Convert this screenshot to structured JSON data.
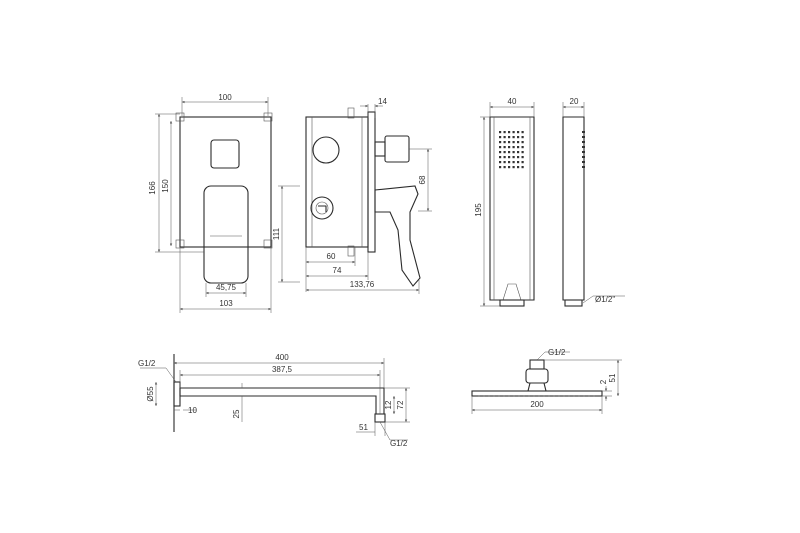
{
  "views": {
    "mixer_front": {
      "width": "100",
      "height_outer": "166",
      "height_inner": "150",
      "handle_width": "45,75",
      "base_width": "103"
    },
    "mixer_side": {
      "depth_60": "60",
      "depth_74": "74",
      "depth_total": "133,76",
      "flange": "14",
      "outlet_offset": "68",
      "spout_height": "111"
    },
    "hand_shower": {
      "width": "40",
      "side_width": "20",
      "length": "195",
      "thread": "Ø1/2\""
    },
    "shower_arm": {
      "thread_left": "G1/2",
      "rosette_dia": "Ø55",
      "length": "400",
      "inner_length": "387,5",
      "wall_offset": "10",
      "arm_height": "25",
      "drop_12": "12",
      "drop_72": "72",
      "pipe_51": "51",
      "thread_right": "G1/2"
    },
    "shower_head": {
      "thread": "G1/2",
      "diameter": "200",
      "thickness": "2",
      "height": "51"
    }
  },
  "colors": {
    "line": "#2b2b2b",
    "dimension": "#555555",
    "background": "#ffffff"
  }
}
